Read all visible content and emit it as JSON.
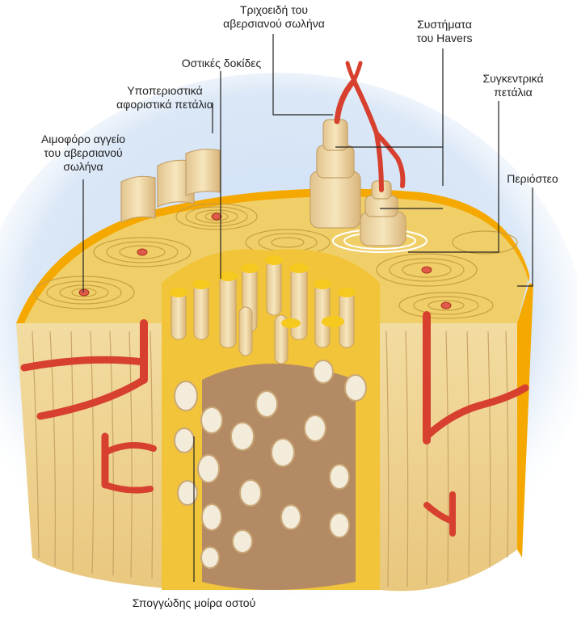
{
  "labels": {
    "capillary": [
      "Τριχοειδή του",
      "αβερσιανού σωλήνα"
    ],
    "haversian_systems": [
      "Συστήματα",
      "του Havers"
    ],
    "trabeculae": [
      "Οστικές δοκίδες"
    ],
    "concentric_lamellae": [
      "Συγκεντρικά",
      "πετάλια"
    ],
    "subperiosteal_lamellae": [
      "Υποπεριοστικά",
      "αφοριστικά πετάλια"
    ],
    "blood_vessel": [
      "Αιμοφόρο αγγείο",
      "του αβερσιανού",
      "σωλήνα"
    ],
    "periosteum": [
      "Περιόστεο"
    ],
    "spongy_bone": [
      "Σπογγώδης μοίρα οστού"
    ]
  },
  "colors": {
    "bone_cream": "#f1dca2",
    "bone_yellow": "#f2c43a",
    "periosteum": "#f5a800",
    "spongy_brown": "#b48a64",
    "vessel": "#d7402e",
    "glow": "#c9dcf3",
    "line": "#222222"
  }
}
